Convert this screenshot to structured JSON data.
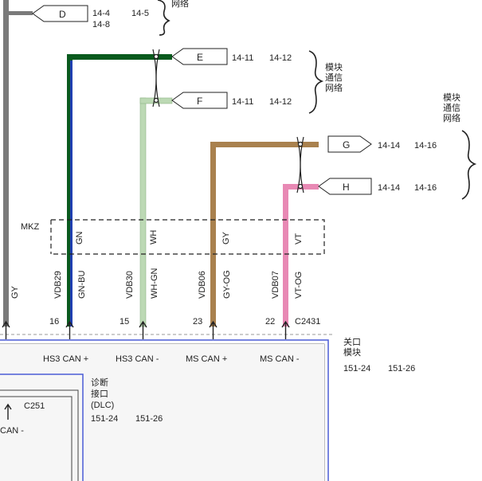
{
  "connectors": [
    {
      "letter": "D",
      "refs": [
        "14-4",
        "14-8",
        "14-5"
      ]
    },
    {
      "letter": "E",
      "refs": [
        "14-11",
        "14-12"
      ]
    },
    {
      "letter": "F",
      "refs": [
        "14-11",
        "14-12"
      ]
    },
    {
      "letter": "G",
      "refs": [
        "14-14",
        "14-16"
      ]
    },
    {
      "letter": "H",
      "refs": [
        "14-14",
        "14-16"
      ]
    }
  ],
  "network_labels": {
    "top_partial": "网络",
    "middle": [
      "模块",
      "通信",
      "网络"
    ],
    "right": [
      "模块",
      "通信",
      "网络"
    ]
  },
  "option_label": "MKZ",
  "wires": [
    {
      "circuit": "",
      "color_code": "GY",
      "pin": "",
      "color": "#7a7a7a"
    },
    {
      "circuit": "VDB29",
      "color_code": "GN-BU",
      "pin": "16",
      "option_color": "GN",
      "color": "#0a5a1e",
      "stripe": "#1f3fb0"
    },
    {
      "circuit": "VDB30",
      "color_code": "WH-GN",
      "pin": "15",
      "option_color": "WH",
      "color": "#bcd9b4"
    },
    {
      "circuit": "VDB06",
      "color_code": "GY-OG",
      "pin": "23",
      "option_color": "GY",
      "color": "#a9814e"
    },
    {
      "circuit": "VDB07",
      "color_code": "VT-OG",
      "pin": "22",
      "option_color": "VT",
      "color": "#e889b4"
    }
  ],
  "connector_id": "C2431",
  "gateway": {
    "name": [
      "关口",
      "模块"
    ],
    "refs": [
      "151-24",
      "151-26"
    ],
    "pins": [
      "HS3 CAN +",
      "HS3 CAN -",
      "MS CAN +",
      "MS CAN -"
    ]
  },
  "dlc": {
    "name": [
      "诊断",
      "接口",
      "(DLC)"
    ],
    "refs": [
      "151-24",
      "151-26"
    ],
    "connector_id": "C251",
    "pin_partial": "CAN -"
  },
  "colors": {
    "gray": "#7a7a7a",
    "green": "#0a5a1e",
    "blue": "#1f3fb0",
    "light_green": "#bcd9b4",
    "tan": "#a9814e",
    "pink": "#e889b4",
    "module_border": "#4a5bd6"
  }
}
